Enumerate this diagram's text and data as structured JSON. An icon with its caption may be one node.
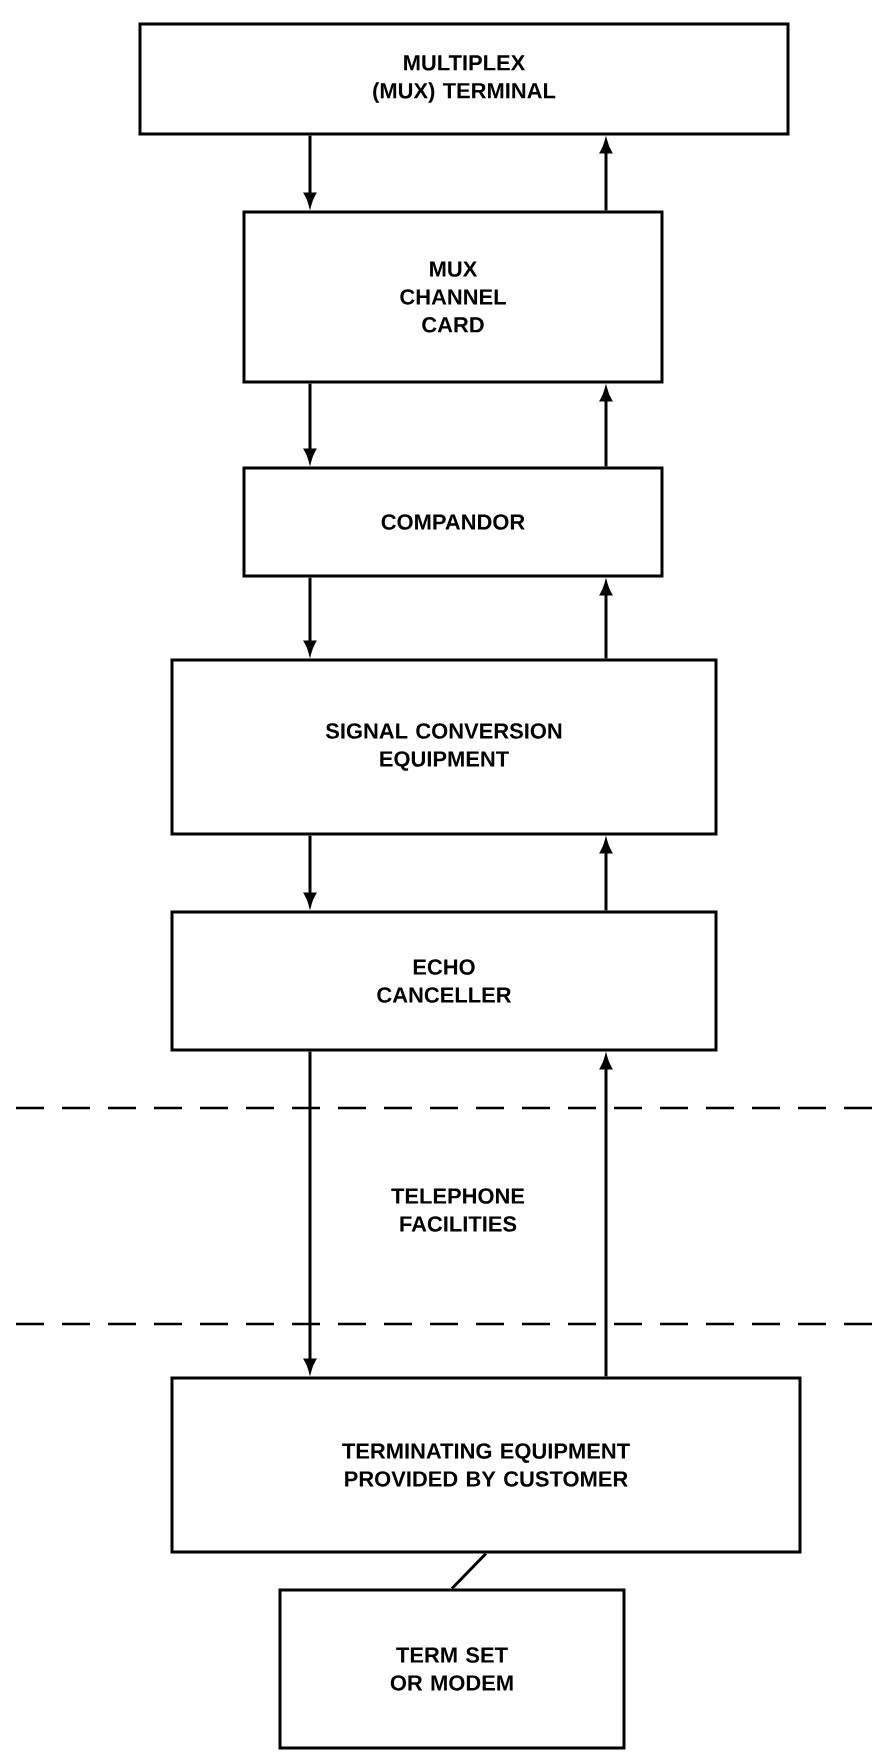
{
  "diagram": {
    "nodes": [
      {
        "text": [
          "MULTIPLEX (MUX) TERMINAL"
        ]
      },
      {
        "text": [
          "MUX CHANNEL CARD"
        ]
      },
      {
        "text": [
          "COMPANDOR"
        ]
      },
      {
        "text": [
          "SIGNAL CONVERSION EQUIPMENT"
        ]
      },
      {
        "text": [
          "ECHO CANCELLER"
        ]
      },
      {
        "text": [
          "TERMINATING EQUIPMENT PROVIDED BY CUSTOMER"
        ]
      },
      {
        "text": [
          "TERM SET OR MODEM"
        ]
      }
    ],
    "edges": [
      {
        "from": 0,
        "to": 1,
        "arrow": "to"
      },
      {
        "from": 1,
        "to": 0,
        "arrow": "to"
      },
      {
        "from": 1,
        "to": 2,
        "arrow": "to"
      },
      {
        "from": 2,
        "to": 1,
        "arrow": "to"
      },
      {
        "from": 2,
        "to": 3,
        "arrow": "to"
      },
      {
        "from": 3,
        "to": 2,
        "arrow": "to"
      },
      {
        "from": 3,
        "to": 4,
        "arrow": "to"
      },
      {
        "from": 4,
        "to": 3,
        "arrow": "to"
      },
      {
        "from": 4,
        "to": 5,
        "arrow": "to"
      },
      {
        "from": 5,
        "to": 4,
        "arrow": "to"
      },
      {
        "from": 5,
        "to": 6,
        "arrow": "none"
      }
    ],
    "labels": [
      "TELEPHONE FACILITIES"
    ]
  }
}
